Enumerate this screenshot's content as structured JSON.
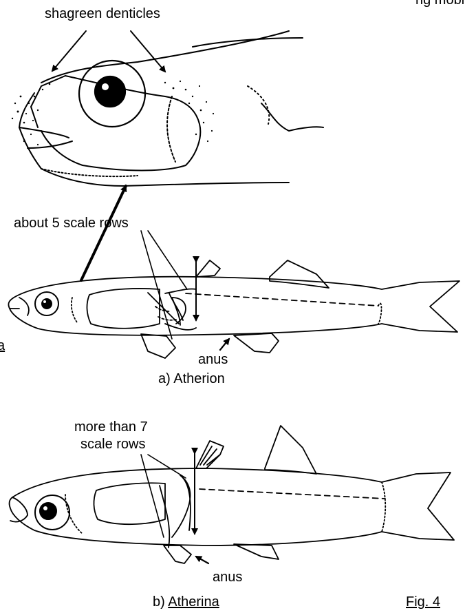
{
  "labels": {
    "shagreen": "shagreen denticles",
    "corner_clip": "ng mobile",
    "scale_rows_a": "about 5 scale rows",
    "anus_a": "anus",
    "caption_a_prefix": "a) ",
    "caption_a_name": "Atherion",
    "left_clip": "a",
    "scale_rows_b_line1": "more than 7",
    "scale_rows_b_line2": "scale rows",
    "anus_b": "anus",
    "caption_b_prefix": "b) ",
    "caption_b_name": "Atherina",
    "fig": "Fig. 4"
  }
}
